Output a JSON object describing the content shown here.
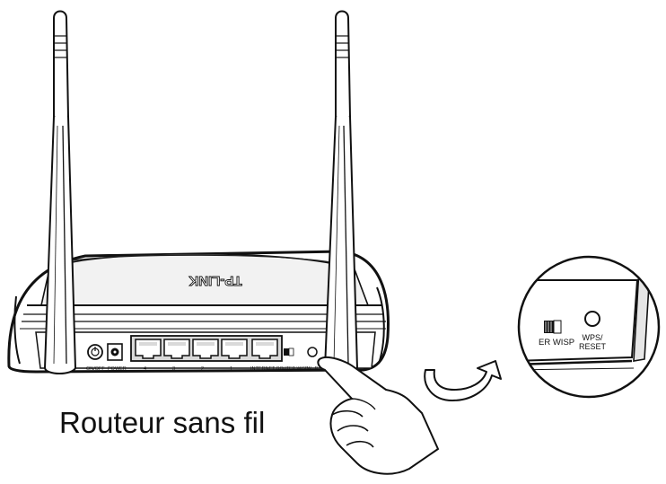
{
  "caption": "Routeur sans fil",
  "brand_logo": "TP-LINK",
  "rear_panel": {
    "on_off_label": "ON/OFF",
    "power_label": "POWER",
    "lan_ports": [
      "4",
      "3",
      "2",
      "1"
    ],
    "internet_label": "INTERNET",
    "mode_switch_label": "ROUTER WISP",
    "wps_button_partial": "W...R"
  },
  "zoom_inset": {
    "mode_switch_label": "ER WISP",
    "button_label_line1": "WPS/",
    "button_label_line2": "RESET"
  },
  "colors": {
    "line": "#111111",
    "background": "#ffffff",
    "shade": "#d9d9d9"
  },
  "icons": [
    "router-illustration",
    "antenna-icon",
    "hand-pointer-icon",
    "curved-arrow-icon",
    "wps-reset-button-icon",
    "power-symbol-icon"
  ]
}
